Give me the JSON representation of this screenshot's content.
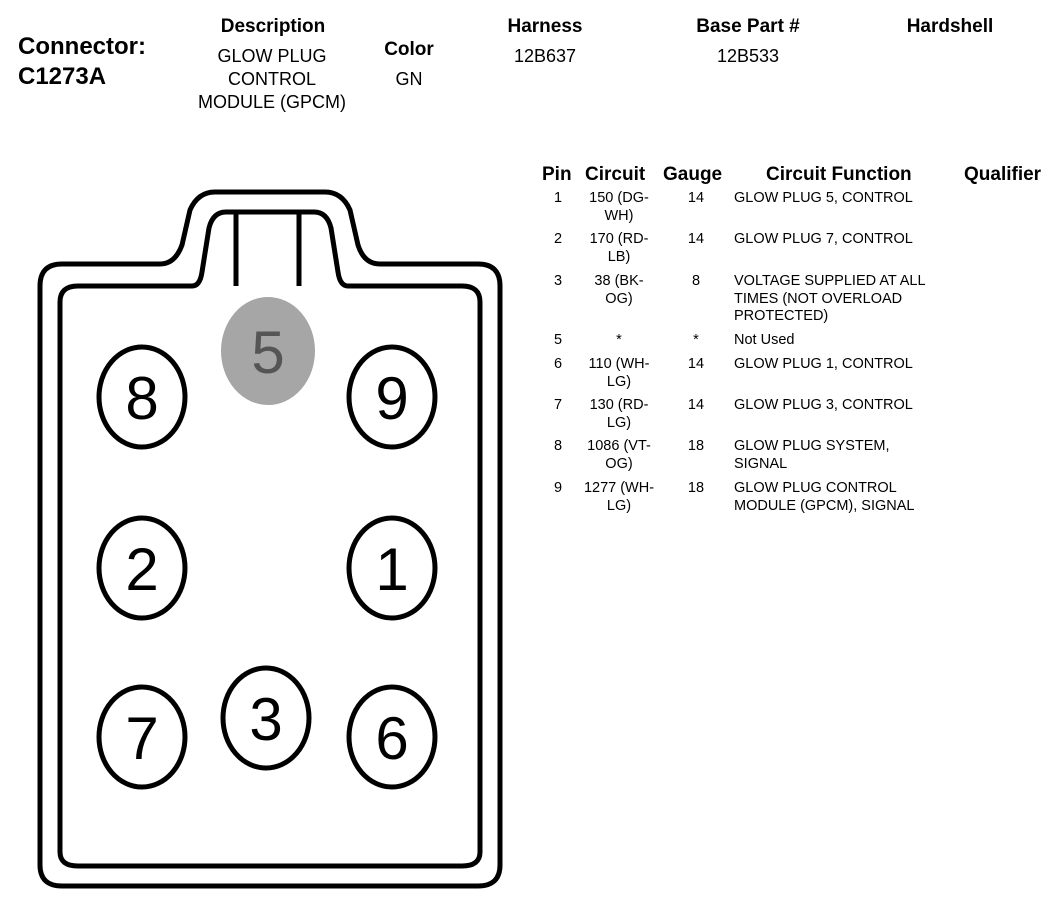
{
  "header": {
    "connector_label": "Connector:",
    "connector_id": "C1273A",
    "description_label": "Description",
    "description_lines": [
      "GLOW PLUG",
      "CONTROL",
      "MODULE (GPCM)"
    ],
    "color_label": "Color",
    "color_value": "GN",
    "harness_label": "Harness",
    "harness_value": "12B637",
    "base_part_label": "Base Part #",
    "base_part_value": "12B533",
    "hardshell_label": "Hardshell"
  },
  "table": {
    "headers": {
      "pin": "Pin",
      "circuit": "Circuit",
      "gauge": "Gauge",
      "function": "Circuit Function",
      "qualifier": "Qualifier"
    },
    "rows": [
      {
        "pin": "1",
        "circuit": [
          "150 (DG-",
          "WH)"
        ],
        "gauge": "14",
        "function": [
          "GLOW PLUG 5, CONTROL"
        ],
        "qualifier": ""
      },
      {
        "pin": "2",
        "circuit": [
          "170 (RD-",
          "LB)"
        ],
        "gauge": "14",
        "function": [
          "GLOW PLUG 7, CONTROL"
        ],
        "qualifier": ""
      },
      {
        "pin": "3",
        "circuit": [
          "38 (BK-",
          "OG)"
        ],
        "gauge": "8",
        "function": [
          "VOLTAGE SUPPLIED AT ALL",
          "TIMES (NOT OVERLOAD",
          "PROTECTED)"
        ],
        "qualifier": ""
      },
      {
        "pin": "5",
        "circuit": [
          "*"
        ],
        "gauge": "*",
        "function": [
          "Not Used"
        ],
        "qualifier": ""
      },
      {
        "pin": "6",
        "circuit": [
          "110 (WH-",
          "LG)"
        ],
        "gauge": "14",
        "function": [
          "GLOW PLUG 1, CONTROL"
        ],
        "qualifier": ""
      },
      {
        "pin": "7",
        "circuit": [
          "130 (RD-",
          "LG)"
        ],
        "gauge": "14",
        "function": [
          "GLOW PLUG 3, CONTROL"
        ],
        "qualifier": ""
      },
      {
        "pin": "8",
        "circuit": [
          "1086 (VT-",
          "OG)"
        ],
        "gauge": "18",
        "function": [
          "GLOW PLUG SYSTEM,",
          "SIGNAL"
        ],
        "qualifier": ""
      },
      {
        "pin": "9",
        "circuit": [
          "1277 (WH-",
          "LG)"
        ],
        "gauge": "18",
        "function": [
          "GLOW PLUG CONTROL",
          "MODULE (GPCM), SIGNAL"
        ],
        "qualifier": ""
      }
    ]
  },
  "diagram": {
    "pins": [
      {
        "label": "5",
        "state": "unused"
      },
      {
        "label": "8",
        "state": "used"
      },
      {
        "label": "9",
        "state": "used"
      },
      {
        "label": "2",
        "state": "used"
      },
      {
        "label": "1",
        "state": "used"
      },
      {
        "label": "3",
        "state": "used"
      },
      {
        "label": "7",
        "state": "used"
      },
      {
        "label": "6",
        "state": "used"
      }
    ],
    "colors": {
      "outline": "#000000",
      "unused_pin_fill": "#a6a6a6",
      "unused_pin_text": "#555555",
      "used_pin_fill": "#ffffff"
    }
  }
}
